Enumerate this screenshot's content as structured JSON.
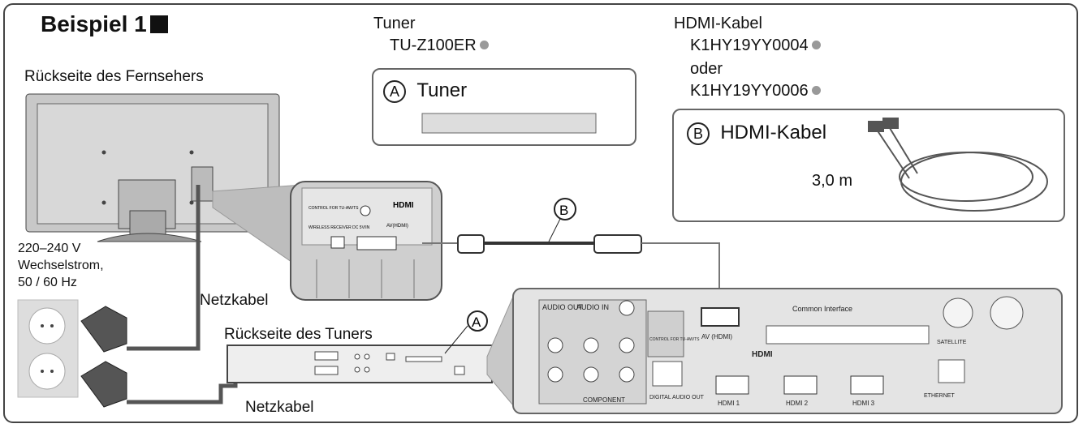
{
  "example_label": "Beispiel 1",
  "tv_back_label": "Rückseite des Fernsehers",
  "tuner": {
    "heading": "Tuner",
    "model": "TU-Z100ER",
    "box_letter": "A",
    "box_label": "Tuner"
  },
  "hdmi": {
    "heading": "HDMI-Kabel",
    "part1": "K1HY19YY0004",
    "or": "oder",
    "part2": "K1HY19YY0006",
    "box_letter": "B",
    "box_label": "HDMI-Kabel",
    "length": "3,0 m"
  },
  "power": {
    "line1": "220–240 V",
    "line2": "Wechselstrom,",
    "line3": "50 / 60 Hz"
  },
  "netzkabel_1": "Netzkabel",
  "netzkabel_2": "Netzkabel",
  "tuner_back_label": "Rückseite des Tuners",
  "callout_a": "A",
  "callout_b": "B",
  "tv_port_labels": {
    "hdmi_logo": "HDMI",
    "control": "CONTROL FOR TU-AW/TS",
    "wireless": "WIRELESS RECEIVER DC 5V/IN",
    "av_hdmi": "AV(HDMI)"
  },
  "tuner_panel": {
    "audio_out": "AUDIO OUT",
    "audio_in": "AUDIO IN",
    "component": "COMPONENT",
    "digital_audio_out": "DIGITAL AUDIO OUT",
    "control": "CONTROL FOR TU-AW/TS",
    "av_hdmi": "AV (HDMI)",
    "hdmi_logo": "HDMI",
    "common_interface": "Common Interface",
    "satellite": "SATELLITE",
    "ethernet": "ETHERNET",
    "hdmi1": "HDMI 1",
    "hdmi2": "HDMI 2",
    "hdmi3": "HDMI 3"
  }
}
